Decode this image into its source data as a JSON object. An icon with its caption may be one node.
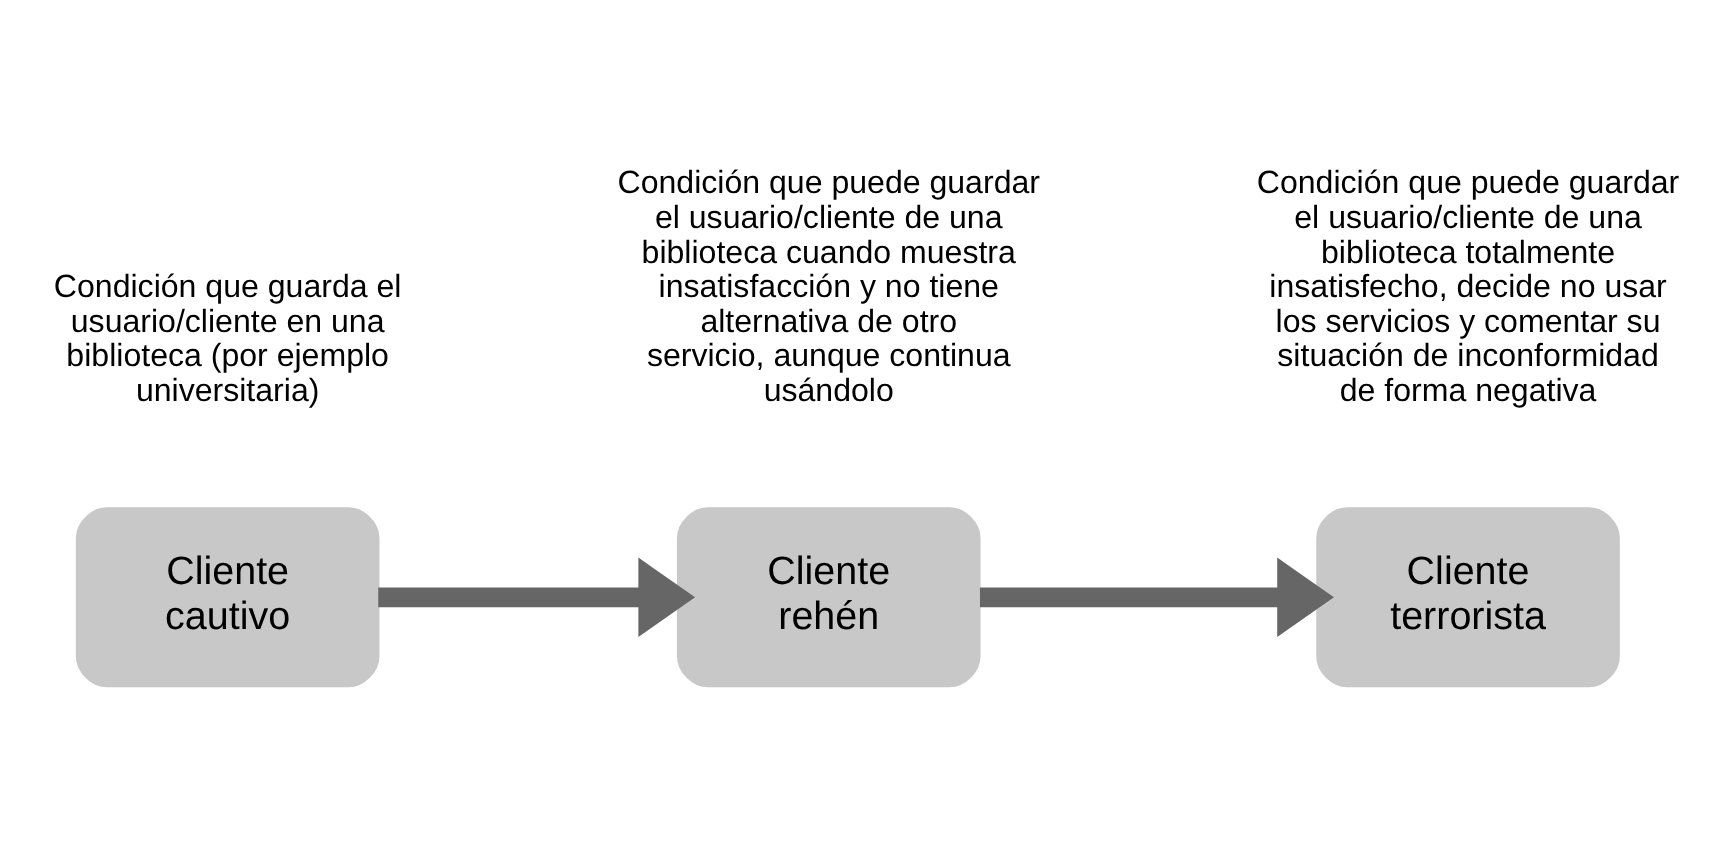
{
  "diagram": {
    "nodes": [
      {
        "text": [
          "Cliente cautivo"
        ],
        "beside": [
          "Condición que guarda el usuario/cliente en una biblioteca (por ejemplo universitaria)"
        ]
      },
      {
        "text": [
          "Cliente rehén"
        ],
        "beside": [
          "Condición que puede guardar el usuario/cliente de una biblioteca cuando muestra insatisfacción y no tiene alternativa de otro servicio, aunque continua usándolo"
        ]
      },
      {
        "text": [
          "Cliente terrorista"
        ],
        "beside": [
          "Condición que puede guardar el usuario/cliente de una biblioteca totalmente insatisfecho, decide no usar los servicios y comentar su situación de inconformidad de forma negativa"
        ]
      }
    ],
    "edges": [
      {
        "from": 0,
        "to": 1,
        "arrow": "to"
      },
      {
        "from": 1,
        "to": 2,
        "arrow": "to"
      }
    ]
  }
}
